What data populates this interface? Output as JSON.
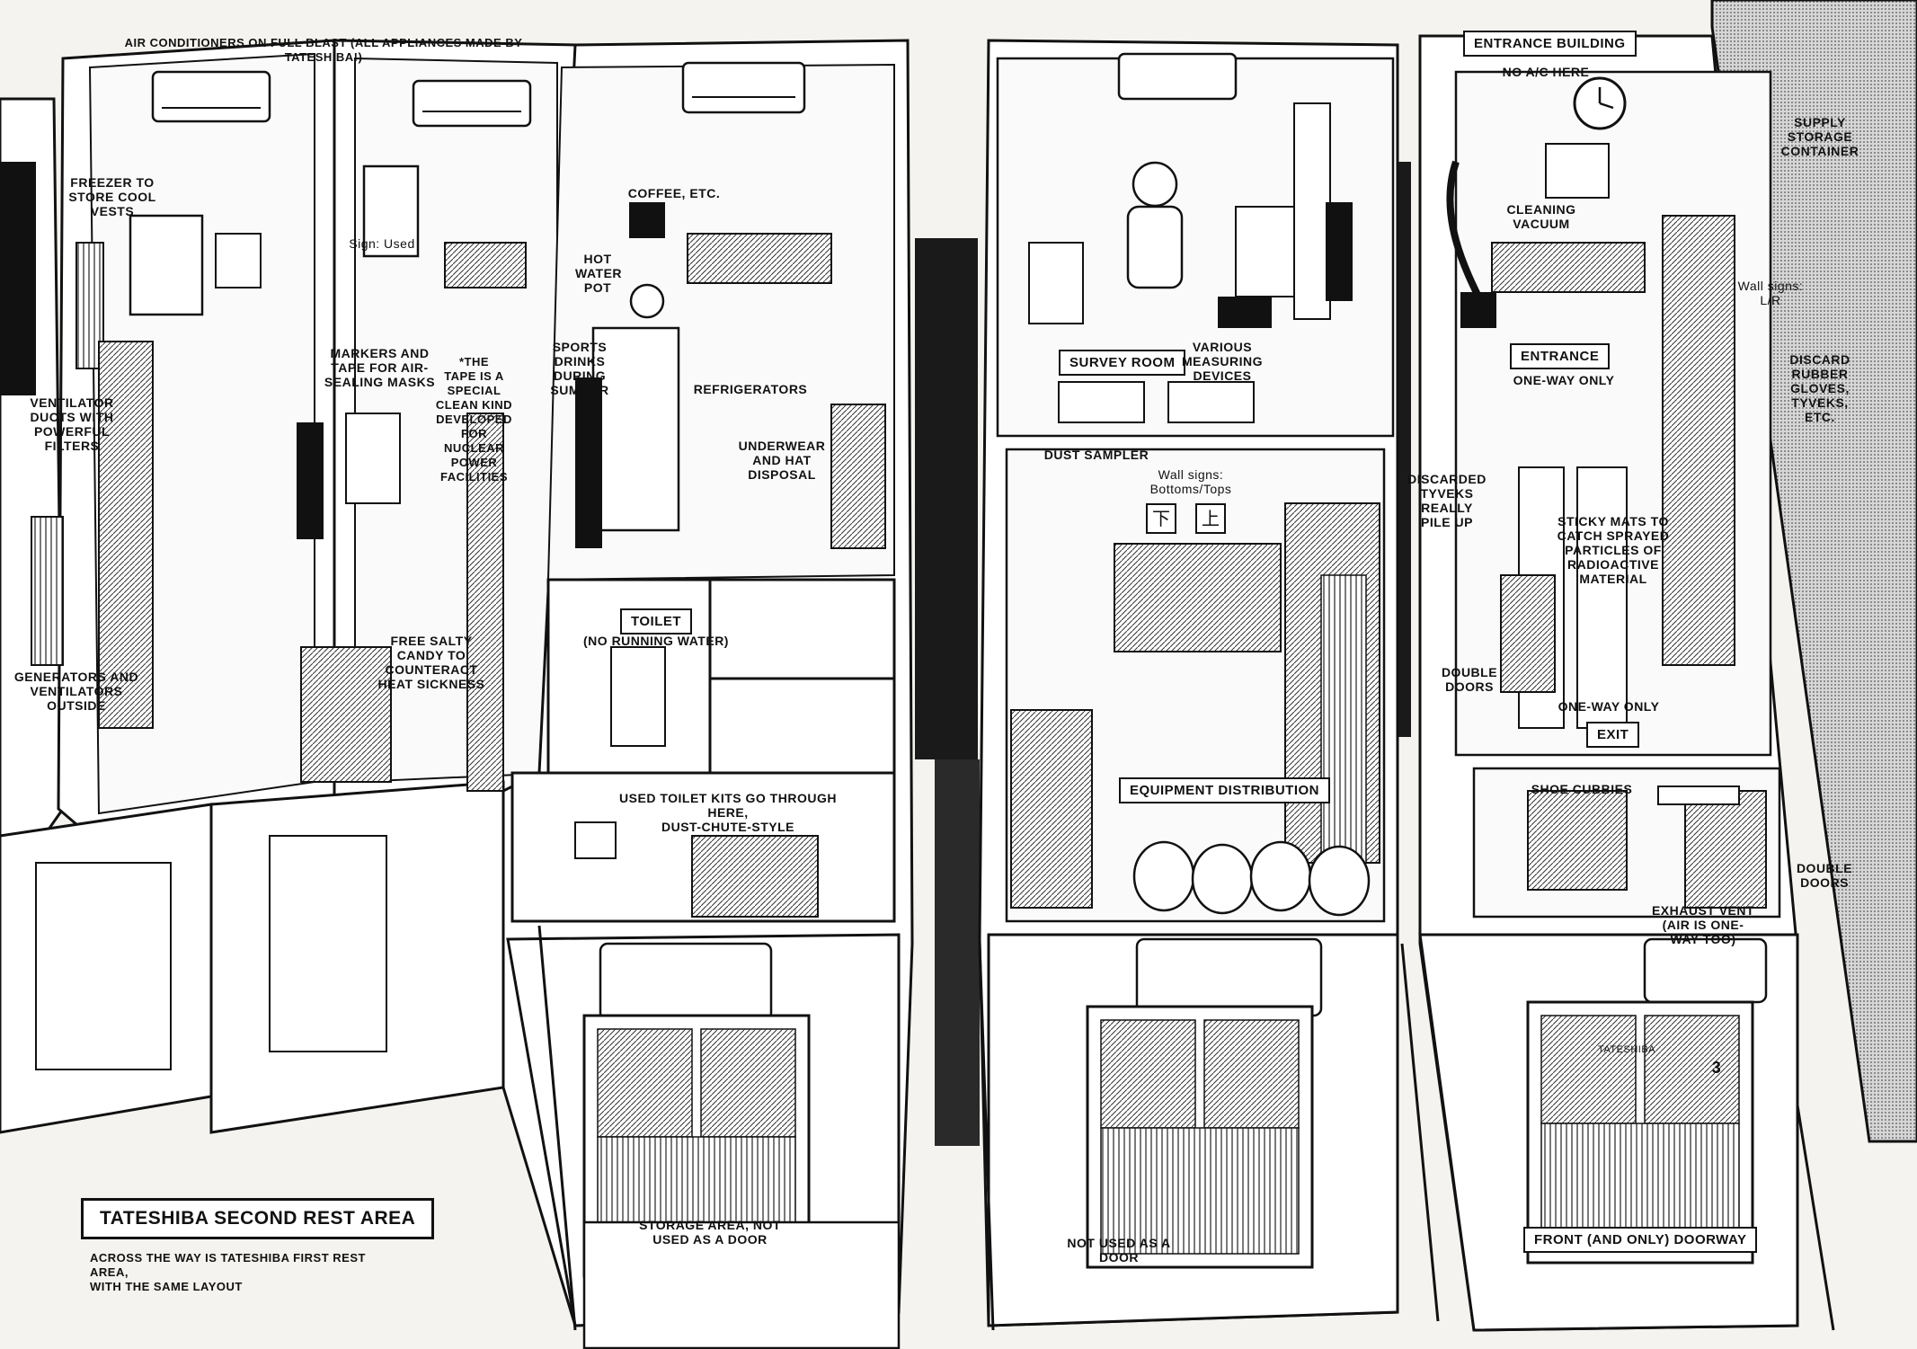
{
  "title": "TATESHIBA SECOND REST AREA",
  "subtitle": "ACROSS THE WAY IS TATESHIBA FIRST REST AREA,\nWITH THE SAME LAYOUT",
  "labels": {
    "air_conditioners": "AIR CONDITIONERS ON FULL BLAST (ALL APPLIANCES MADE BY TATESHIBA!)",
    "freezer": "FREEZER TO\nSTORE COOL\nVESTS",
    "ventilator": "VENTILATOR\nDUCTS WITH\nPOWERFUL\nFILTERS",
    "generators": "GENERATORS AND\nVENTILATORS\nOUTSIDE",
    "sign_used": "Sign: Used",
    "markers": "MARKERS AND\nTAPE FOR AIR-\nSEALING MASKS",
    "tape_note": "*THE\nTAPE IS A\nSPECIAL\nCLEAN KIND\nDEVELOPED\nFOR\nNUCLEAR\nPOWER\nFACILITIES",
    "candy": "FREE SALTY\nCANDY TO\nCOUNTERACT\nHEAT SICKNESS",
    "coffee": "COFFEE, ETC.",
    "hot_water": "HOT\nWATER\nPOT",
    "sports_drinks": "SPORTS\nDRINKS\nDURING\nSUMMER",
    "refrigerators": "REFRIGERATORS",
    "underwear": "UNDERWEAR\nAND HAT\nDISPOSAL",
    "toilet": "TOILET",
    "no_running_water": "(NO RUNNING WATER)",
    "toilet_kits": "USED TOILET KITS GO THROUGH HERE,\nDUST-CHUTE-STYLE",
    "storage_area": "STORAGE AREA, NOT\nUSED AS A DOOR",
    "survey_room": "SURVEY ROOM",
    "measuring": "VARIOUS\nMEASURING\nDEVICES",
    "dust_sampler": "DUST SAMPLER",
    "wall_signs_bt": "Wall signs:\nBottoms/Tops",
    "kanji_bottom": "下",
    "kanji_top": "上",
    "equipment": "EQUIPMENT DISTRIBUTION",
    "not_door": "NOT USED AS A DOOR",
    "entrance_building": "ENTRANCE BUILDING",
    "no_ac": "NO A/C HERE",
    "supply": "SUPPLY\nSTORAGE\nCONTAINER",
    "cleaning": "CLEANING\nVACUUM",
    "wall_signs_lr": "Wall signs:\nL/R",
    "entrance": "ENTRANCE",
    "one_way_1": "ONE-WAY ONLY",
    "discard": "DISCARD\nRUBBER\nGLOVES,\nTYVEKS,\nETC.",
    "discarded_tyveks": "DISCARDED\nTYVEKS\nREALLY\nPILE UP",
    "sticky": "STICKY MATS TO\nCATCH SPRAYED\nPARTICLES OF\nRADIOACTIVE\nMATERIAL",
    "double_doors_1": "DOUBLE\nDOORS",
    "one_way_2": "ONE-WAY ONLY",
    "exit": "EXIT",
    "shoe_cubbies": "SHOE CUBBIES",
    "exhaust": "EXHAUST VENT\n(AIR IS ONE-\nWAY TOO)",
    "double_doors_2": "DOUBLE\nDOORS",
    "front_doorway": "FRONT (AND ONLY) DOORWAY",
    "door_plate": "TATESHIBA",
    "door_number": "3"
  }
}
